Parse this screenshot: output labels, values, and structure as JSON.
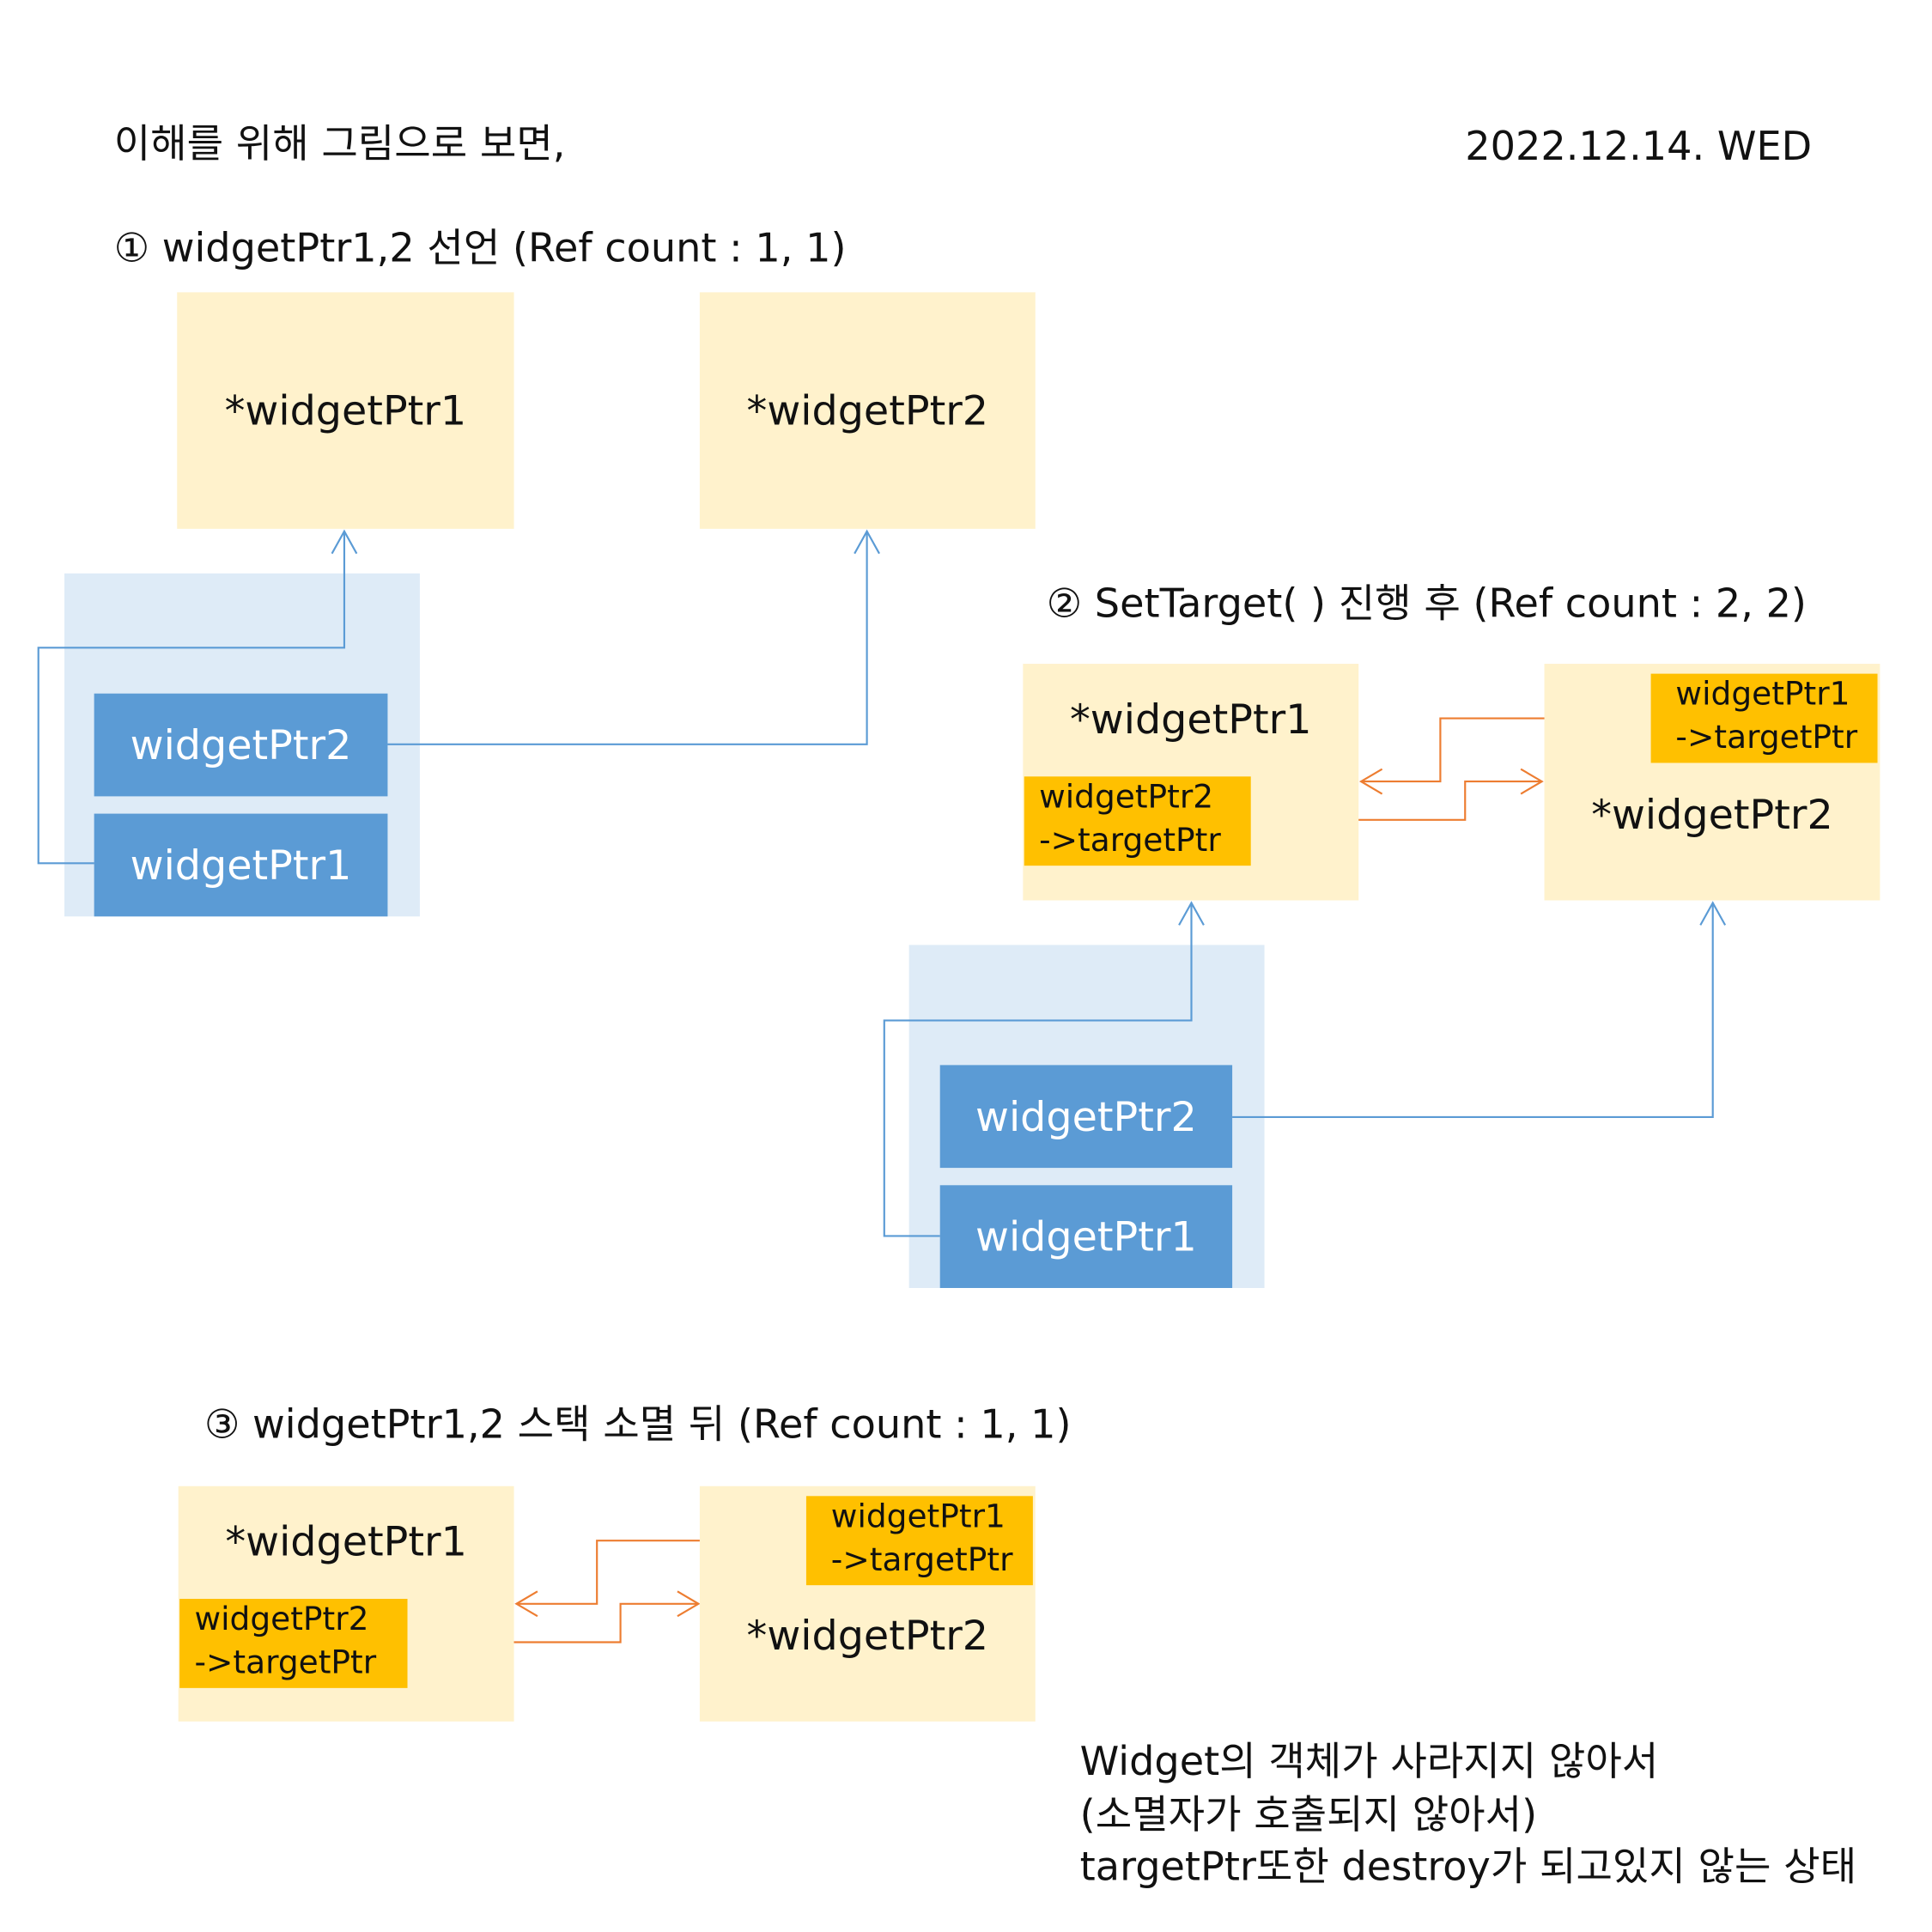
{
  "header": {
    "title": "이해를 위해 그림으로 보면,",
    "date": "2022.12.14. WED"
  },
  "step1": {
    "heading": "① widgetPtr1,2 선언 (Ref count : 1, 1)",
    "obj1": "*widgetPtr1",
    "obj2": "*widgetPtr2",
    "stack_ptr2": "widgetPtr2",
    "stack_ptr1": "widgetPtr1"
  },
  "step2": {
    "heading": "② SetTarget( ) 진행 후 (Ref count : 2, 2)",
    "obj1": "*widgetPtr1",
    "obj2": "*widgetPtr2",
    "obj1_label_l1": "widgetPtr2",
    "obj1_label_l2": "->targetPtr",
    "obj2_label_l1": "widgetPtr1",
    "obj2_label_l2": "->targetPtr",
    "stack_ptr2": "widgetPtr2",
    "stack_ptr1": "widgetPtr1"
  },
  "step3": {
    "heading": "③ widgetPtr1,2 스택 소멸 뒤 (Ref count : 1, 1)",
    "obj1": "*widgetPtr1",
    "obj2": "*widgetPtr2",
    "obj1_label_l1": "widgetPtr2",
    "obj1_label_l2": "->targetPtr",
    "obj2_label_l1": "widgetPtr1",
    "obj2_label_l2": "->targetPtr"
  },
  "notes": [
    "Widget의 객체가 사라지지 않아서",
    "(소멸자가 호출되지 않아서)",
    "targetPtr또한 destroy가 되고있지 않는 상태"
  ],
  "colors": {
    "object_bg": "#FFF2CC",
    "label_bg": "#FFC000",
    "pointer": "#5B9BD5",
    "stack_bg": "#DEEBF7",
    "orange": "#ED7D31"
  }
}
